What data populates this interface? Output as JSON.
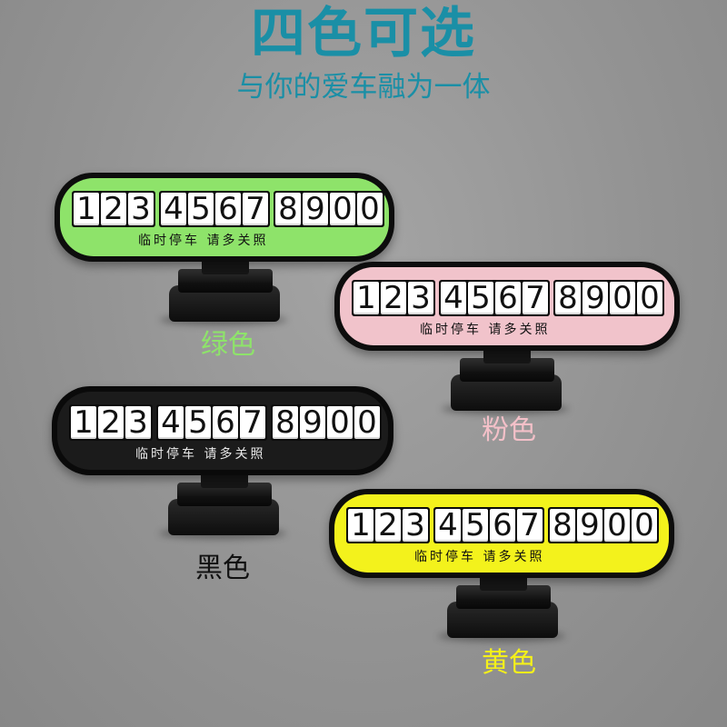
{
  "header": {
    "title": "四色可选",
    "subtitle": "与你的爱车融为一体",
    "title_color": "#1a8fa6",
    "subtitle_color": "#1a8fa6"
  },
  "plate_text": {
    "group1": [
      "1",
      "2",
      "3"
    ],
    "group2": [
      "4",
      "5",
      "6",
      "7"
    ],
    "group3": [
      "8",
      "9",
      "0",
      "0"
    ],
    "caption": "临时停车  请多关照"
  },
  "variants": {
    "green": {
      "label": "绿色",
      "plate_color": "#8ee36a",
      "label_color": "#8ee36a"
    },
    "pink": {
      "label": "粉色",
      "plate_color": "#f1c3cb",
      "label_color": "#f3c0c8"
    },
    "black": {
      "label": "黑色",
      "plate_color": "#1b1b1b",
      "label_color": "#111111"
    },
    "yellow": {
      "label": "黄色",
      "plate_color": "#f3f21c",
      "label_color": "#f4f01a"
    }
  }
}
